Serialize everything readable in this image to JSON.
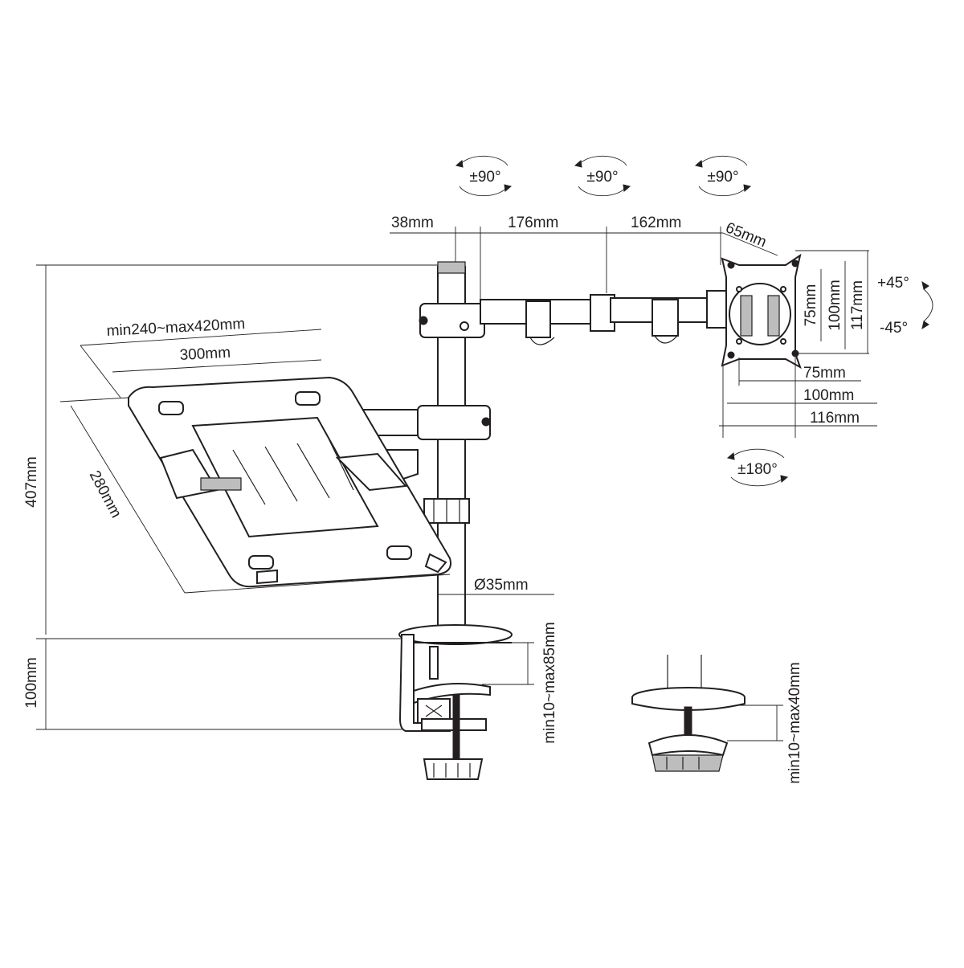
{
  "rotation_labels": {
    "arm_joint_1": "±90°",
    "arm_joint_2": "±90°",
    "arm_joint_3": "±90°",
    "swivel_180": "±180°",
    "tilt_up": "+45°",
    "tilt_down": "-45°"
  },
  "dimensions": {
    "pole_offset": "38mm",
    "arm_1_length": "176mm",
    "arm_2_length": "162mm",
    "head_depth": "65mm",
    "pole_height": "407mm",
    "tray_width_range": "min240~max420mm",
    "tray_width": "300mm",
    "tray_depth": "280mm",
    "pole_diameter": "Ø35mm",
    "clamp_height": "100mm",
    "clamp_range": "min10~max85mm",
    "grommet_range": "min10~max40mm",
    "vesa_v_75": "75mm",
    "vesa_v_100": "100mm",
    "plate_height": "117mm",
    "vesa_h_75": "75mm",
    "vesa_h_100": "100mm",
    "plate_width": "116mm"
  }
}
